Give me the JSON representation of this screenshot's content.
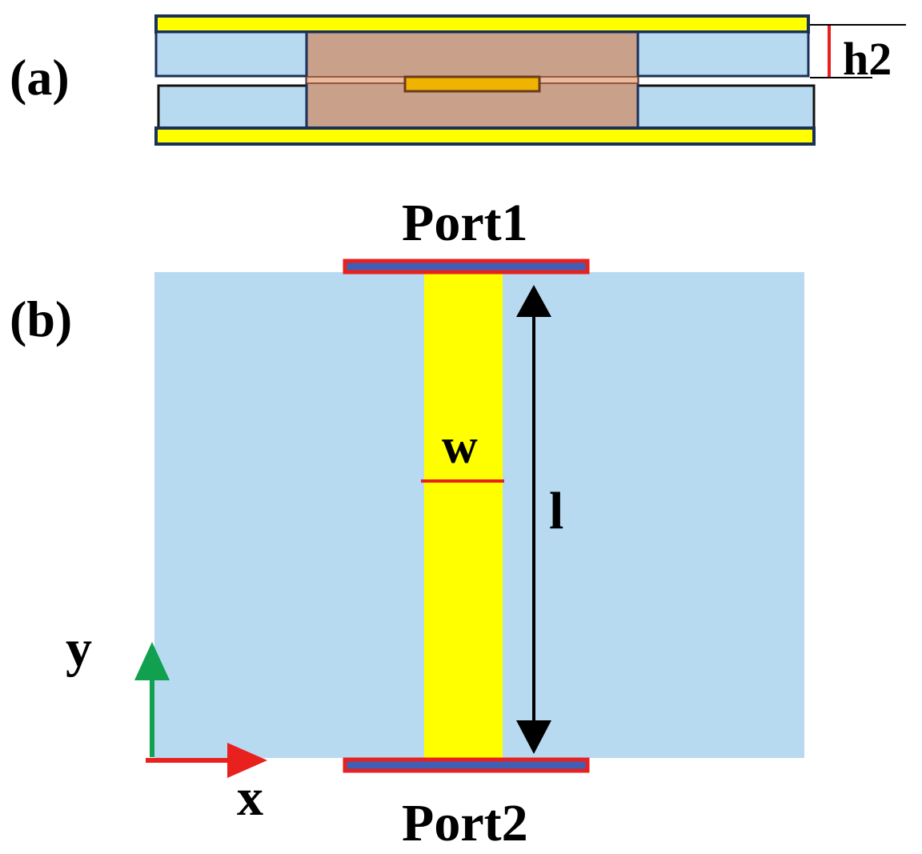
{
  "panel_a": {
    "label": "(a)",
    "dimension_label": "h2"
  },
  "panel_b": {
    "label": "(b)",
    "port_top": "Port1",
    "port_bottom": "Port2",
    "width_label": "w",
    "length_label": "l",
    "axis_y_label": "y",
    "axis_x_label": "x"
  },
  "colors": {
    "substrate": "#b7daf0",
    "conductor": "#ffff00",
    "core": "#c9a08a",
    "outline": "#1a2f5a",
    "port_border": "#e8201e",
    "port_fill": "#3f5fb5",
    "axis_y": "#10a050",
    "axis_x": "#e8201e",
    "strip": "#f0b400"
  }
}
